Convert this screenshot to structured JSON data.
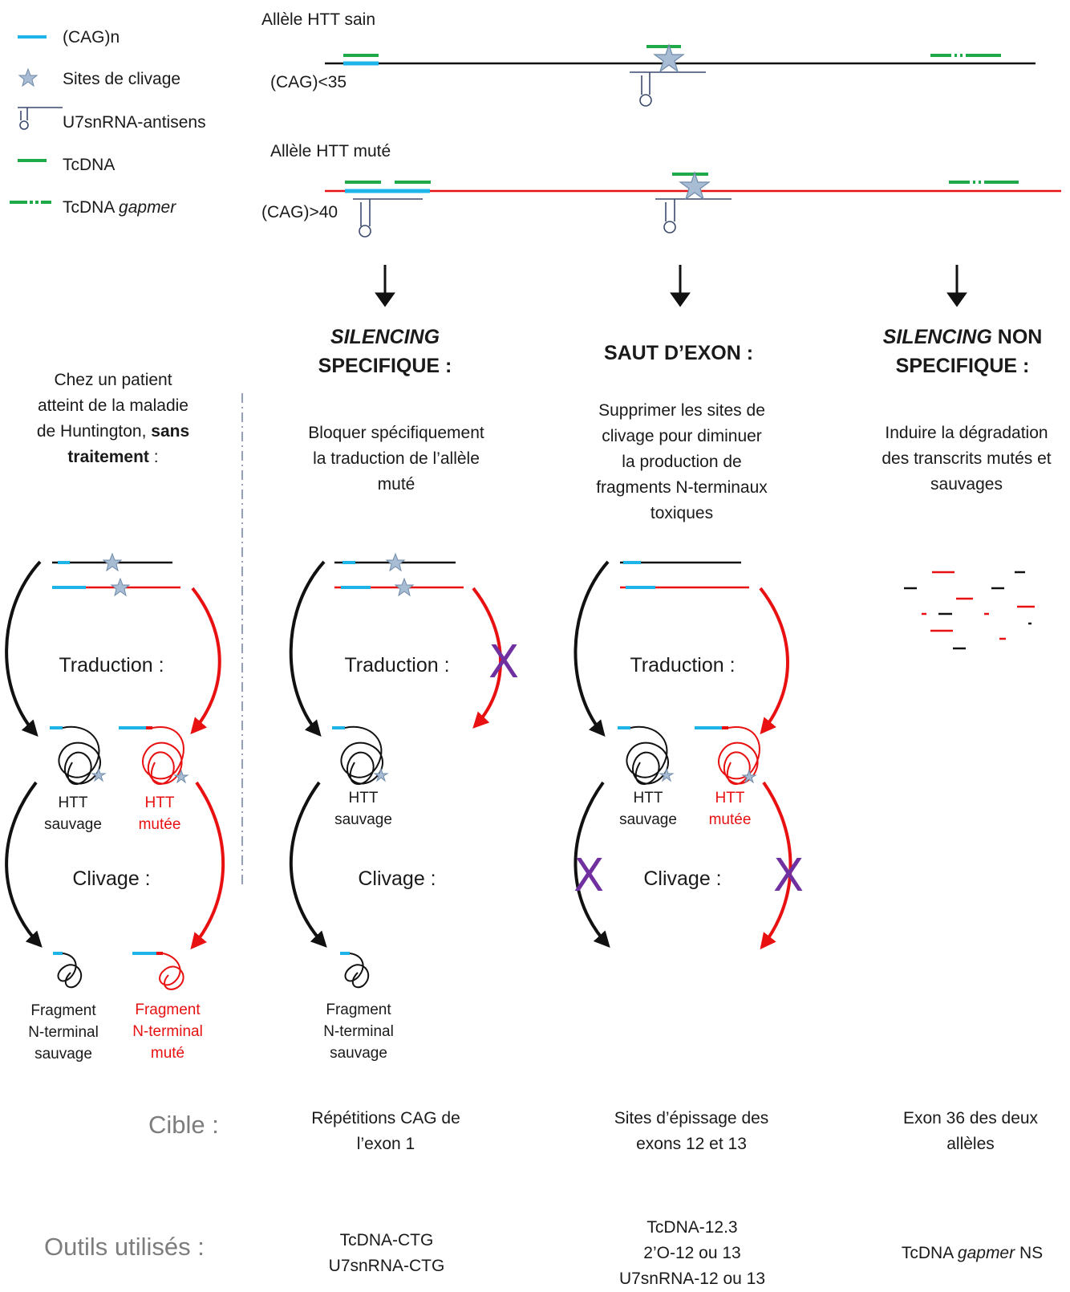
{
  "legend": {
    "cag": "(CAG)n",
    "cleavage": "Sites de clivage",
    "u7": "U7snRNA-antisens",
    "tcdna": "TcDNA",
    "gapmer_prefix": "TcDNA",
    "gapmer_italic": "gapmer"
  },
  "alleles": {
    "healthy_title": "Allèle HTT sain",
    "healthy_repeat": "(CAG)<35",
    "mutant_title": "Allèle HTT muté",
    "mutant_repeat": "(CAG)>40"
  },
  "patient": {
    "line1": "Chez un patient",
    "line2": "atteint de la maladie",
    "line3": "de Huntington,",
    "bold1": "sans",
    "bold2": "traitement",
    "colon": " :"
  },
  "strategies": {
    "s1_italic": "SILENCING",
    "s1_line2": "SPECIFIQUE :",
    "s1_desc": [
      "Bloquer spécifiquement",
      "la traduction de l’allèle",
      "muté"
    ],
    "s2_title": "SAUT D’EXON :",
    "s2_desc": [
      "Supprimer les sites de",
      "clivage pour diminuer",
      "la production de",
      "fragments N-terminaux",
      "toxiques"
    ],
    "s3_italic": "SILENCING",
    "s3_rest": " NON",
    "s3_line2": "SPECIFIQUE :",
    "s3_desc": [
      "Induire la dégradation",
      "des transcrits mutés et",
      "sauvages"
    ]
  },
  "labels": {
    "traduction": "Traduction :",
    "clivage": "Clivage :",
    "htt": "HTT",
    "sauvage": "sauvage",
    "mutee": "mutée",
    "fragment": "Fragment",
    "nterminal": "N-terminal",
    "frag_sauvage": "sauvage",
    "frag_mute": "muté",
    "x_mark": "X"
  },
  "bottom": {
    "cible_label": "Cible :",
    "cible_1": [
      "Répétitions CAG de",
      "l’exon 1"
    ],
    "cible_2": [
      "Sites d’épissage des",
      "exons 12 et 13"
    ],
    "cible_3": [
      "Exon 36 des deux",
      "allèles"
    ],
    "outils_label": "Outils utilisés :",
    "outils_1": [
      "TcDNA-CTG",
      "U7snRNA-CTG"
    ],
    "outils_2": [
      "TcDNA-12.3",
      "2’O-12 ou 13",
      "U7snRNA-12 ou 13"
    ],
    "outils_3_prefix": "TcDNA",
    "outils_3_italic": "gapmer",
    "outils_3_suffix": " NS"
  },
  "colors": {
    "cag": "#1fb4e8",
    "tcdna": "#1faa4a",
    "mutant": "#e81010",
    "wild": "#111111",
    "u7": "#3a4a6e",
    "star": "#a8bcd4",
    "x": "#7030a0"
  }
}
